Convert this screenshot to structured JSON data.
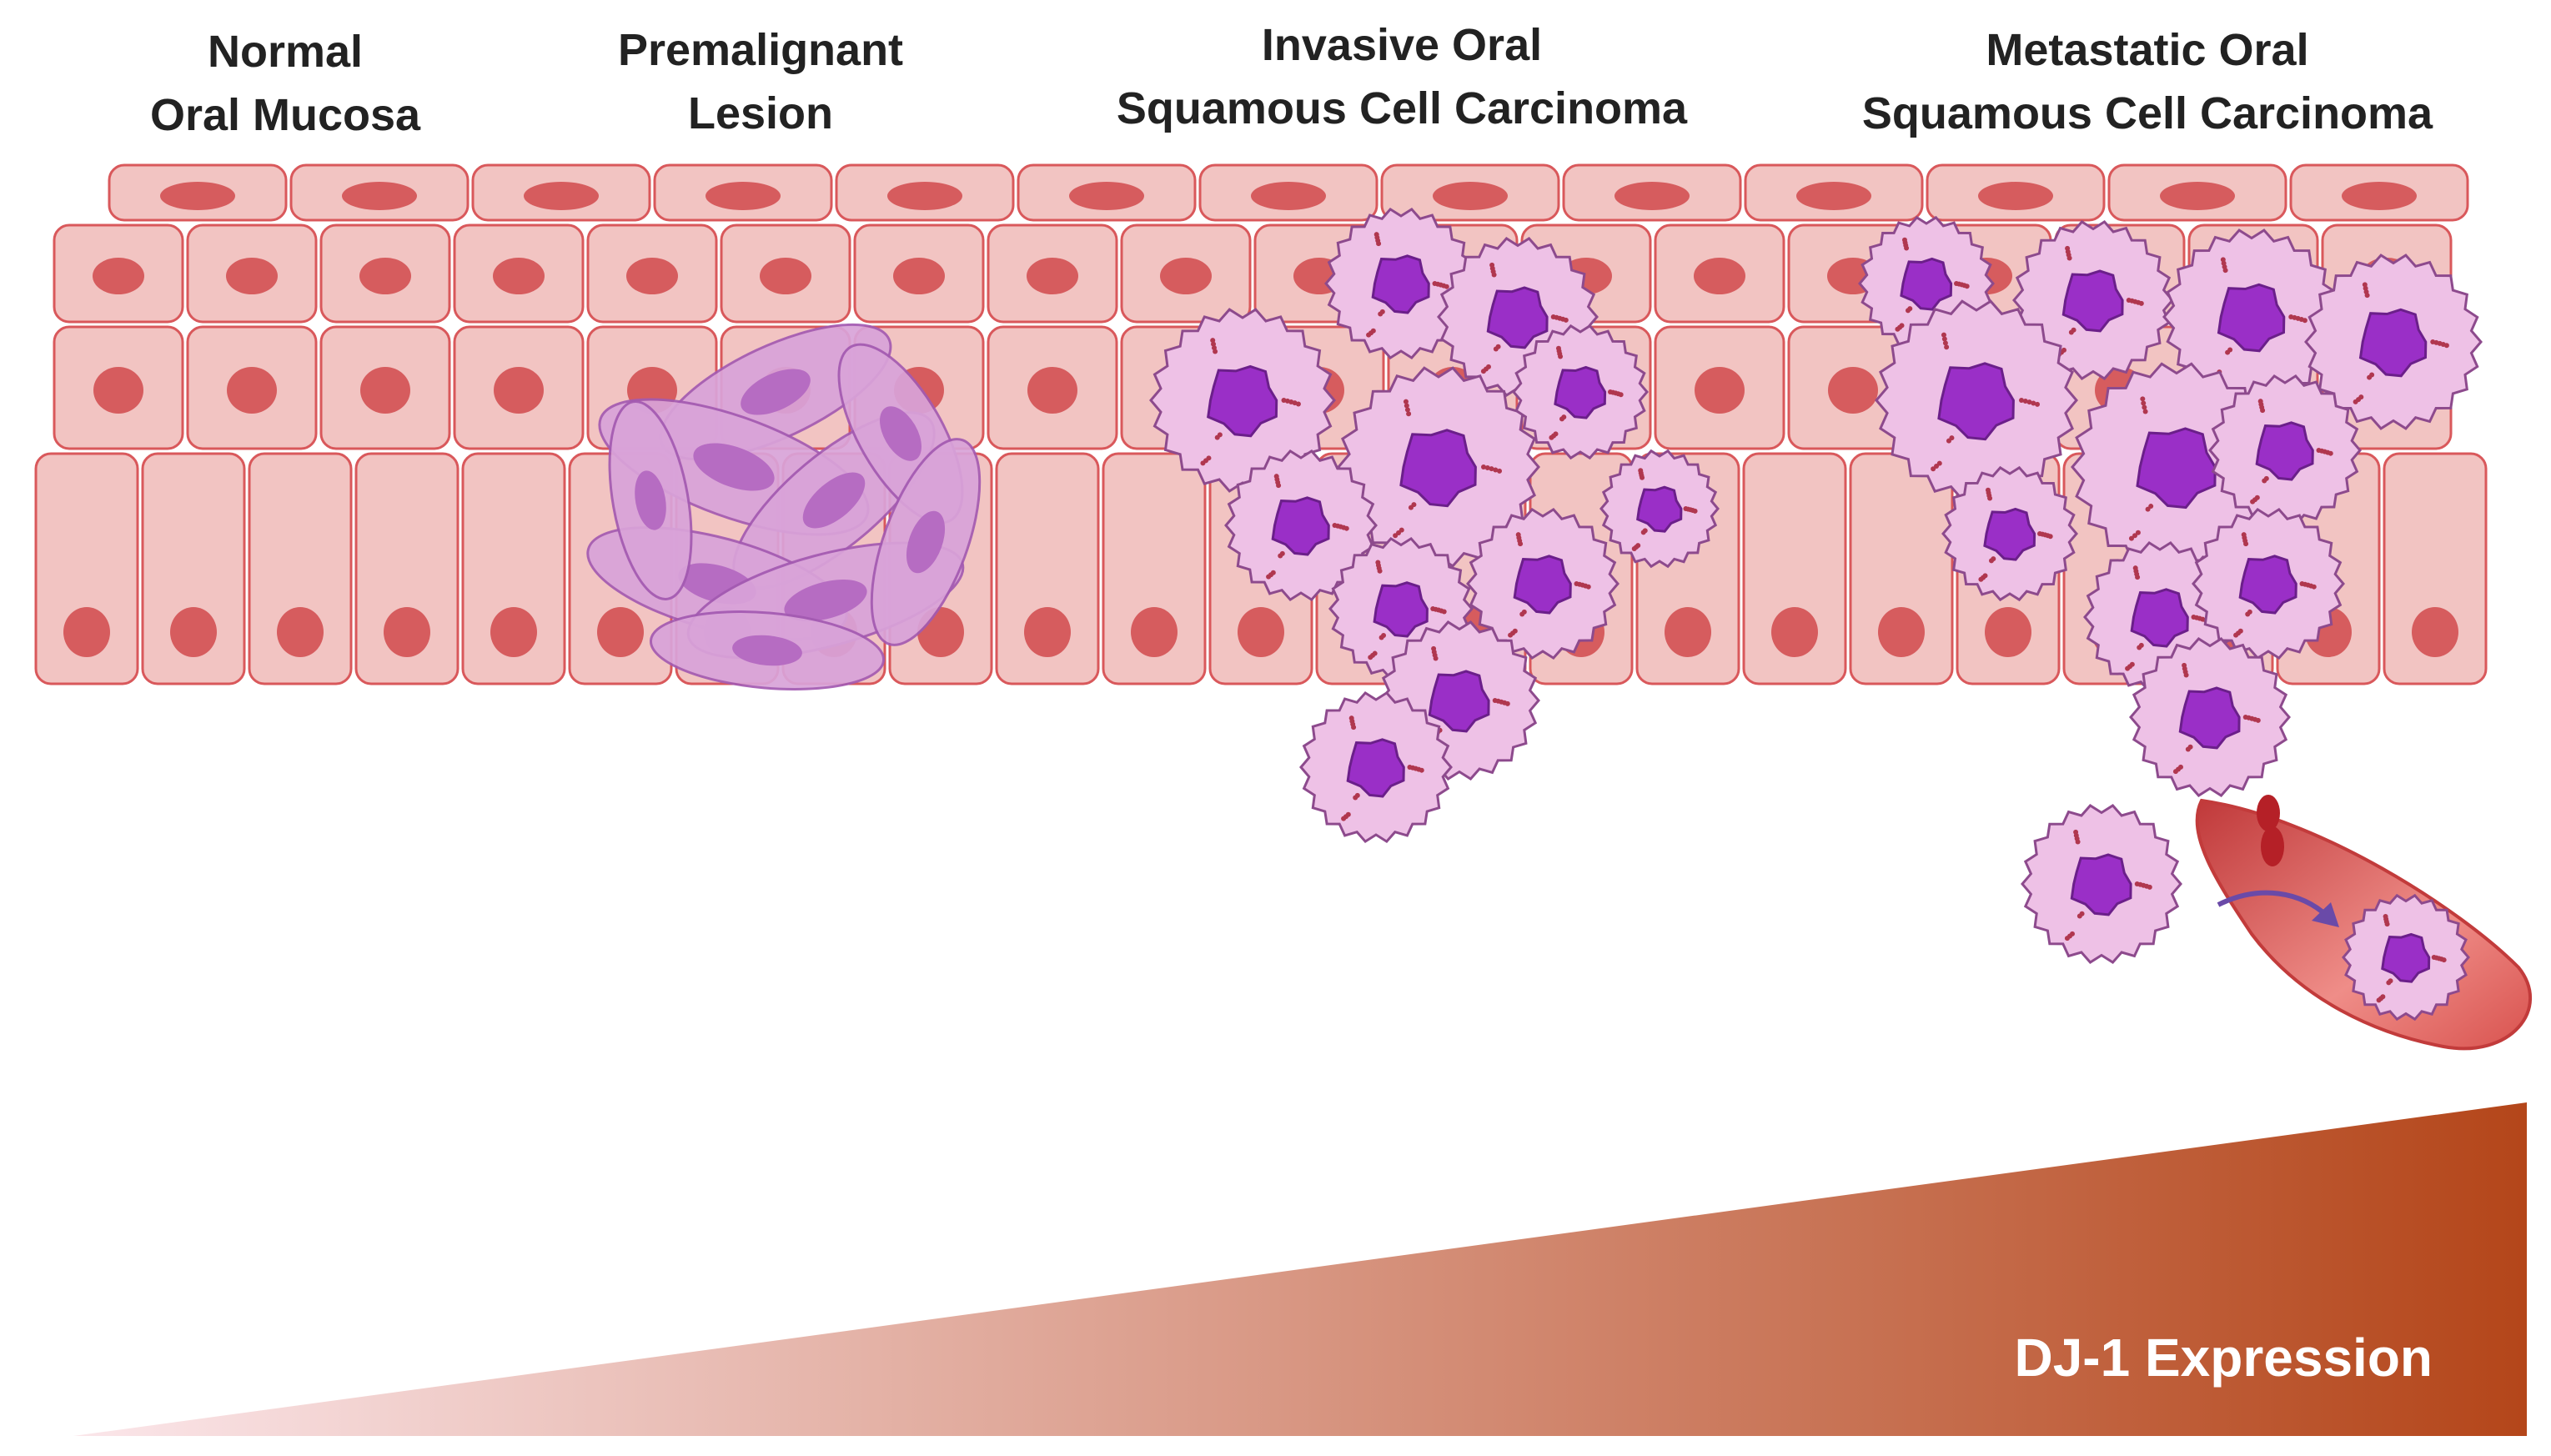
{
  "stages": [
    {
      "id": "normal",
      "line1": "Normal",
      "line2": "Oral Mucosa"
    },
    {
      "id": "premalignant",
      "line1": "Premalignant",
      "line2": "Lesion"
    },
    {
      "id": "invasive",
      "line1": "Invasive Oral",
      "line2": "Squamous Cell Carcinoma"
    },
    {
      "id": "metastatic",
      "line1": "Metastatic Oral",
      "line2": "Squamous Cell Carcinoma"
    }
  ],
  "gradient": {
    "label": "DJ-1 Expression",
    "color_start": "#fbe6ea",
    "color_end": "#b4461a"
  },
  "colors": {
    "epithelial_fill": "#f2c4c2",
    "epithelial_stroke": "#d9585b",
    "nucleus": "#d65c5e",
    "premalignant_fill": "#d9a3d9",
    "premalignant_stroke": "#a35ab1",
    "tumor_cell_fill": "#eec1e6",
    "tumor_cell_stroke": "#8d4a8d",
    "tumor_nucleus": "#9a2fc7",
    "vessel": "#d9534f",
    "arrow": "#6a4aa8"
  }
}
